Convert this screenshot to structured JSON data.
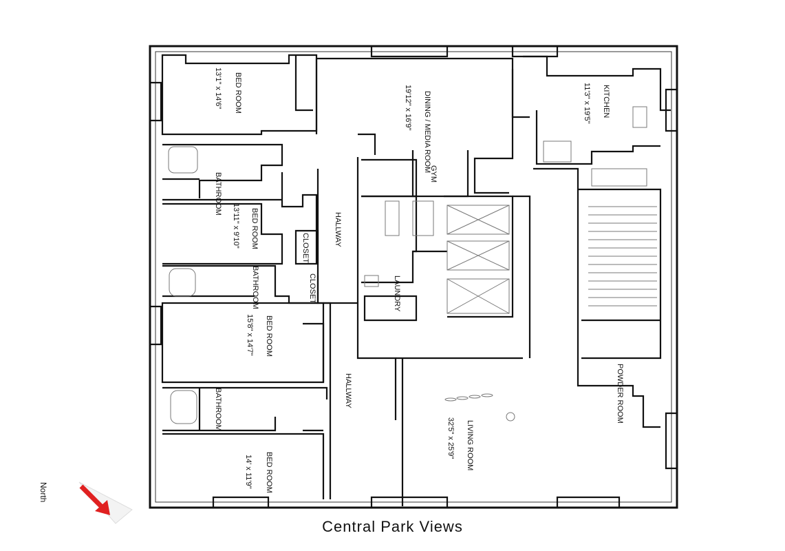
{
  "title": "Central Park Views",
  "compass": {
    "label": "North",
    "arrow_color": "#e02020"
  },
  "rooms": {
    "bedroom1": {
      "name": "BED ROOM",
      "dims": "13'1\" x 14'6\""
    },
    "dining": {
      "name": "DINING / MEDIA ROOM",
      "dims": "19'12\" x 16'9\""
    },
    "kitchen": {
      "name": "KITCHEN",
      "dims": "11'3\" x 19'5\""
    },
    "bathroom1": {
      "name": "BATHROOM"
    },
    "gym": {
      "name": "GYM"
    },
    "bedroom2": {
      "name": "BED ROOM",
      "dims": "13'11\" x 9'10\""
    },
    "hallway1": {
      "name": "HALLWAY"
    },
    "closet1": {
      "name": "CLOSET"
    },
    "closet2": {
      "name": "CLOSET"
    },
    "bathroom2": {
      "name": "BATHROOM"
    },
    "laundry": {
      "name": "LAUNDRY"
    },
    "bedroom3": {
      "name": "BED ROOM",
      "dims": "15'8\" x 14'7\""
    },
    "hallway2": {
      "name": "HALLWAY"
    },
    "bathroom3": {
      "name": "BATHROOM"
    },
    "powder": {
      "name": "POWDER ROOM"
    },
    "living": {
      "name": "LIVING ROOM",
      "dims": "32'5\" x 25'9\""
    },
    "bedroom4": {
      "name": "BED ROOM",
      "dims": "14' x 11'9\""
    }
  }
}
